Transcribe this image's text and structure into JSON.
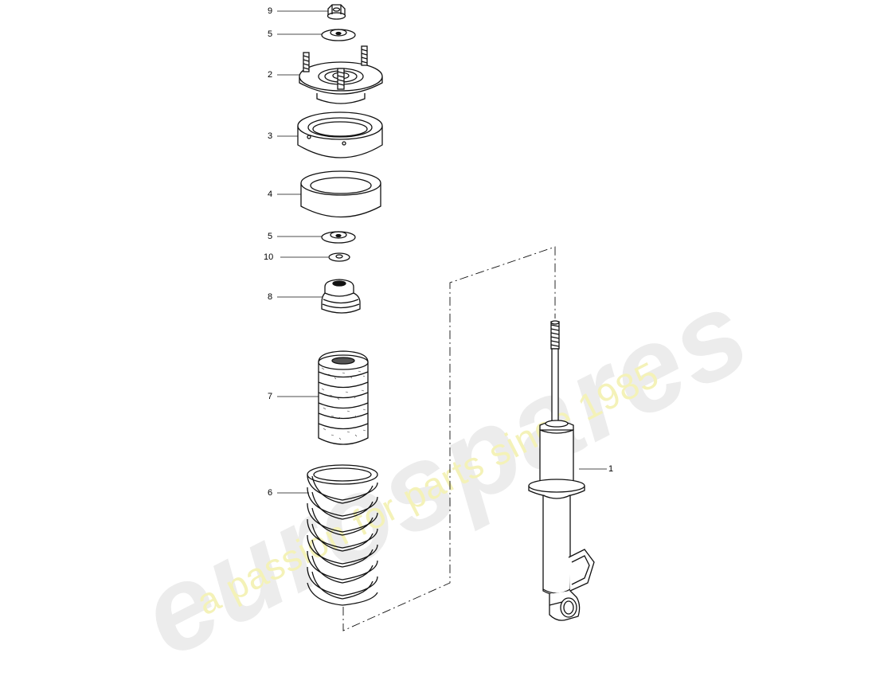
{
  "watermark": {
    "brand": "eurospares",
    "slogan": "a passion for parts since 1985",
    "brand_color": "#ececec",
    "slogan_color": "#f4f2b8"
  },
  "callouts": [
    {
      "id": "callout-9",
      "label": "9",
      "part": "nut"
    },
    {
      "id": "callout-5-top",
      "label": "5",
      "part": "washer"
    },
    {
      "id": "callout-2",
      "label": "2",
      "part": "strut-mount"
    },
    {
      "id": "callout-3",
      "label": "3",
      "part": "spring-seat"
    },
    {
      "id": "callout-4",
      "label": "4",
      "part": "spacer-ring"
    },
    {
      "id": "callout-5-mid",
      "label": "5",
      "part": "washer"
    },
    {
      "id": "callout-10",
      "label": "10",
      "part": "small-washer"
    },
    {
      "id": "callout-8",
      "label": "8",
      "part": "bump-stop"
    },
    {
      "id": "callout-7",
      "label": "7",
      "part": "protective-boot"
    },
    {
      "id": "callout-6",
      "label": "6",
      "part": "coil-spring"
    },
    {
      "id": "callout-1",
      "label": "1",
      "part": "shock-absorber"
    }
  ]
}
